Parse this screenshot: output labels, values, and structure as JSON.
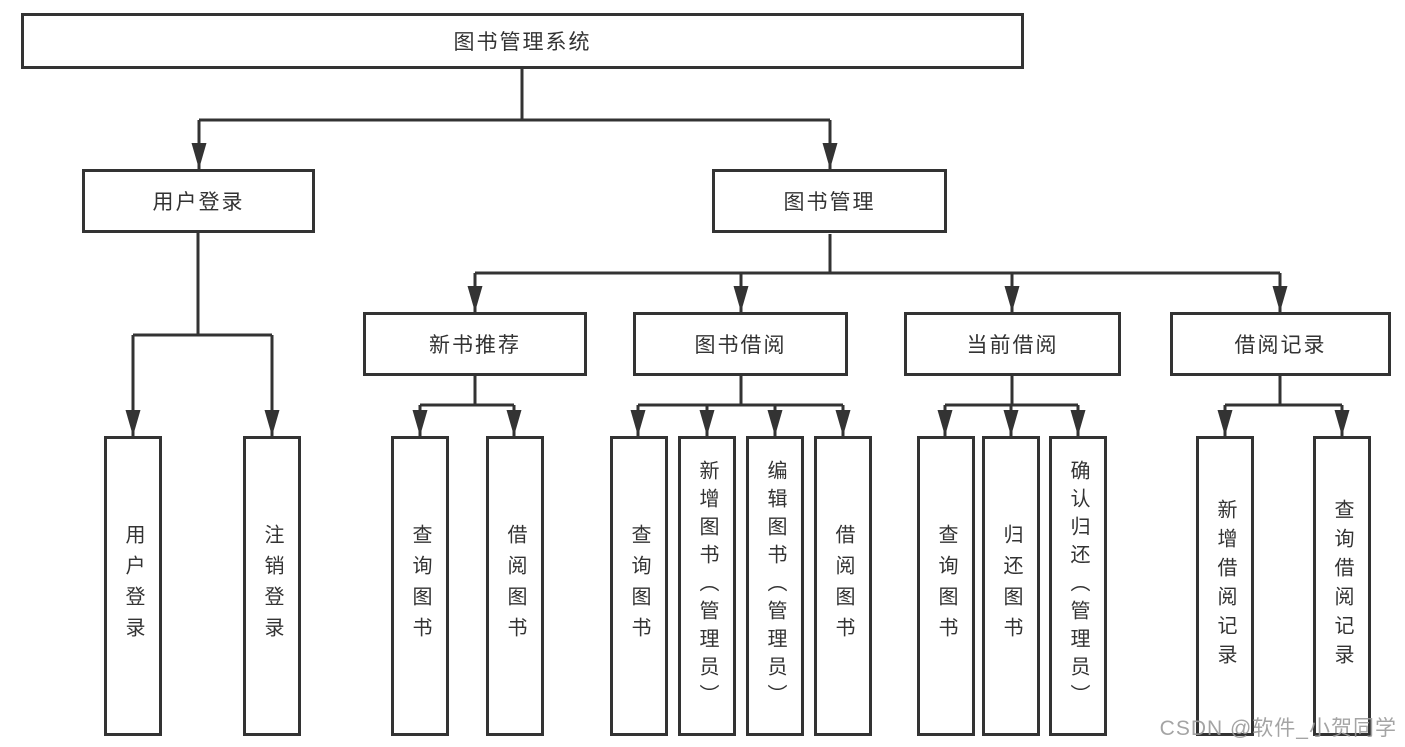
{
  "diagram": {
    "type": "hierarchy-tree",
    "title": "图书管理系统",
    "line_color": "#333333",
    "text_color": "#333333",
    "background": "#ffffff",
    "nodes": {
      "root": "图书管理系统",
      "user_login_group": "用户登录",
      "book_mgmt": "图书管理",
      "new_book_rec": "新书推荐",
      "book_borrow": "图书借阅",
      "current_borrow": "当前借阅",
      "borrow_record": "借阅记录",
      "user_login": "用户登录",
      "logout": "注销登录",
      "nb_query_book": "查询图书",
      "nb_borrow_book": "借阅图书",
      "bb_query_book": "查询图书",
      "bb_add_book": "新增图书（管理员）",
      "bb_edit_book": "编辑图书（管理员）",
      "bb_borrow_book": "借阅图书",
      "cb_query_book": "查询图书",
      "cb_return_book": "归还图书",
      "cb_confirm_return": "确认归还（管理员）",
      "br_add_record": "新增借阅记录",
      "br_query_record": "查询借阅记录"
    },
    "hierarchy": {
      "图书管理系统": {
        "用户登录": [
          "用户登录",
          "注销登录"
        ],
        "图书管理": {
          "新书推荐": [
            "查询图书",
            "借阅图书"
          ],
          "图书借阅": [
            "查询图书",
            "新增图书（管理员）",
            "编辑图书（管理员）",
            "借阅图书"
          ],
          "当前借阅": [
            "查询图书",
            "归还图书",
            "确认归还（管理员）"
          ],
          "借阅记录": [
            "新增借阅记录",
            "查询借阅记录"
          ]
        }
      }
    }
  },
  "watermark": {
    "text": "CSDN @软件_小贺同学",
    "color": "#9b9b9b"
  }
}
